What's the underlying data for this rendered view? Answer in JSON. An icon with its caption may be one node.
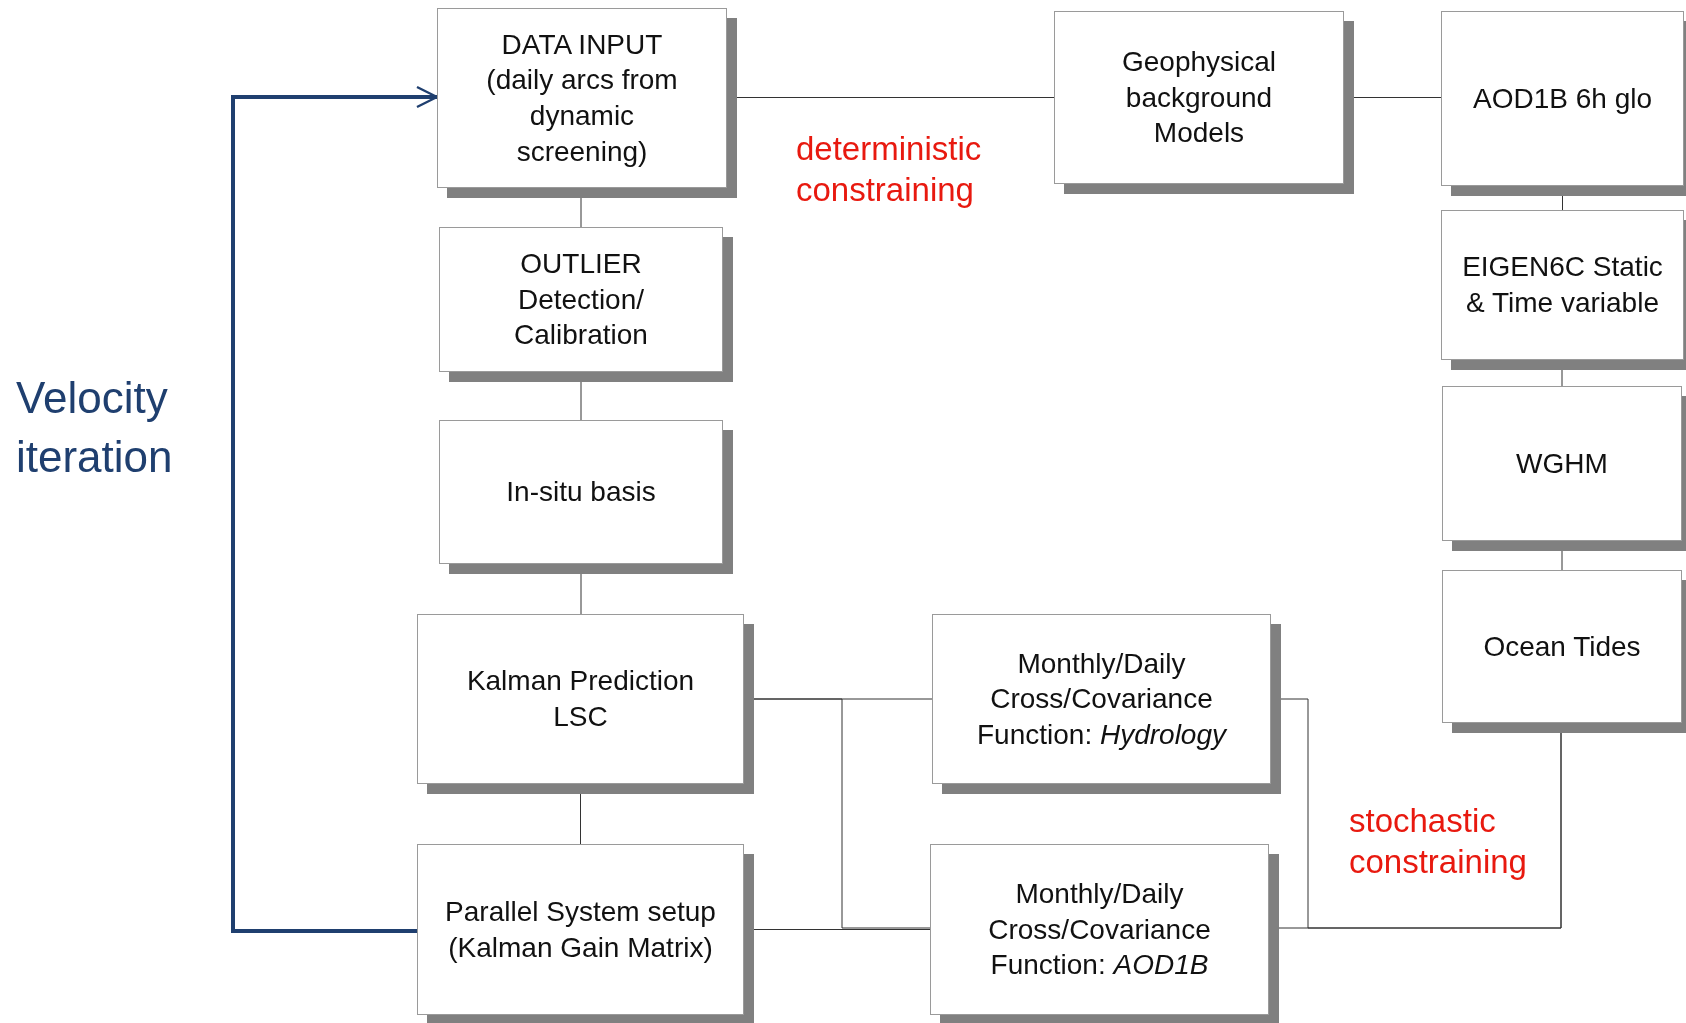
{
  "diagram": {
    "nodes": [
      {
        "text": [
          "DATA INPUT (daily arcs from dynamic screening)"
        ]
      },
      {
        "text": [
          "OUTLIER Detection/ Calibration"
        ]
      },
      {
        "text": [
          "In-situ basis"
        ]
      },
      {
        "text": [
          "Kalman Prediction LSC"
        ]
      },
      {
        "text": [
          "Parallel System setup (Kalman Gain Matrix)"
        ]
      },
      {
        "text": [
          "Geophysical background Models"
        ]
      },
      {
        "text": [
          "AOD1B 6h glo"
        ]
      },
      {
        "text": [
          "EIGEN6C Static & Time variable"
        ]
      },
      {
        "text": [
          "WGHM"
        ]
      },
      {
        "text": [
          "Ocean Tides"
        ]
      },
      {
        "text": [
          "Monthly/Daily Cross/Covariance Function: *Hydrology*"
        ]
      },
      {
        "text": [
          "Monthly/Daily Cross/Covariance Function: *AOD1B*"
        ]
      }
    ],
    "edges": [
      {
        "from": 0,
        "to": 1,
        "arrow": "none"
      },
      {
        "from": 1,
        "to": 2,
        "arrow": "none"
      },
      {
        "from": 2,
        "to": 3,
        "arrow": "none"
      },
      {
        "from": 3,
        "to": 4,
        "arrow": "none"
      },
      {
        "from": 4,
        "to": 0,
        "arrow": "to",
        "style": "thick",
        "color": "#1f3f6f"
      },
      {
        "from": 0,
        "to": 5,
        "arrow": "none"
      },
      {
        "from": 5,
        "to": 6,
        "arrow": "none"
      },
      {
        "from": 6,
        "to": 7,
        "arrow": "none"
      },
      {
        "from": 7,
        "to": 8,
        "arrow": "none"
      },
      {
        "from": 8,
        "to": 9,
        "arrow": "none"
      },
      {
        "from": 3,
        "to": 10,
        "arrow": "none"
      },
      {
        "from": 3,
        "to": 11,
        "arrow": "none"
      },
      {
        "from": 4,
        "to": 11,
        "arrow": "none"
      },
      {
        "from": 10,
        "to": 9,
        "arrow": "none"
      },
      {
        "from": 11,
        "to": 9,
        "arrow": "none"
      }
    ],
    "labels": [
      "deterministic constraining",
      "stochastic constraining",
      "Velocity iteration"
    ]
  }
}
